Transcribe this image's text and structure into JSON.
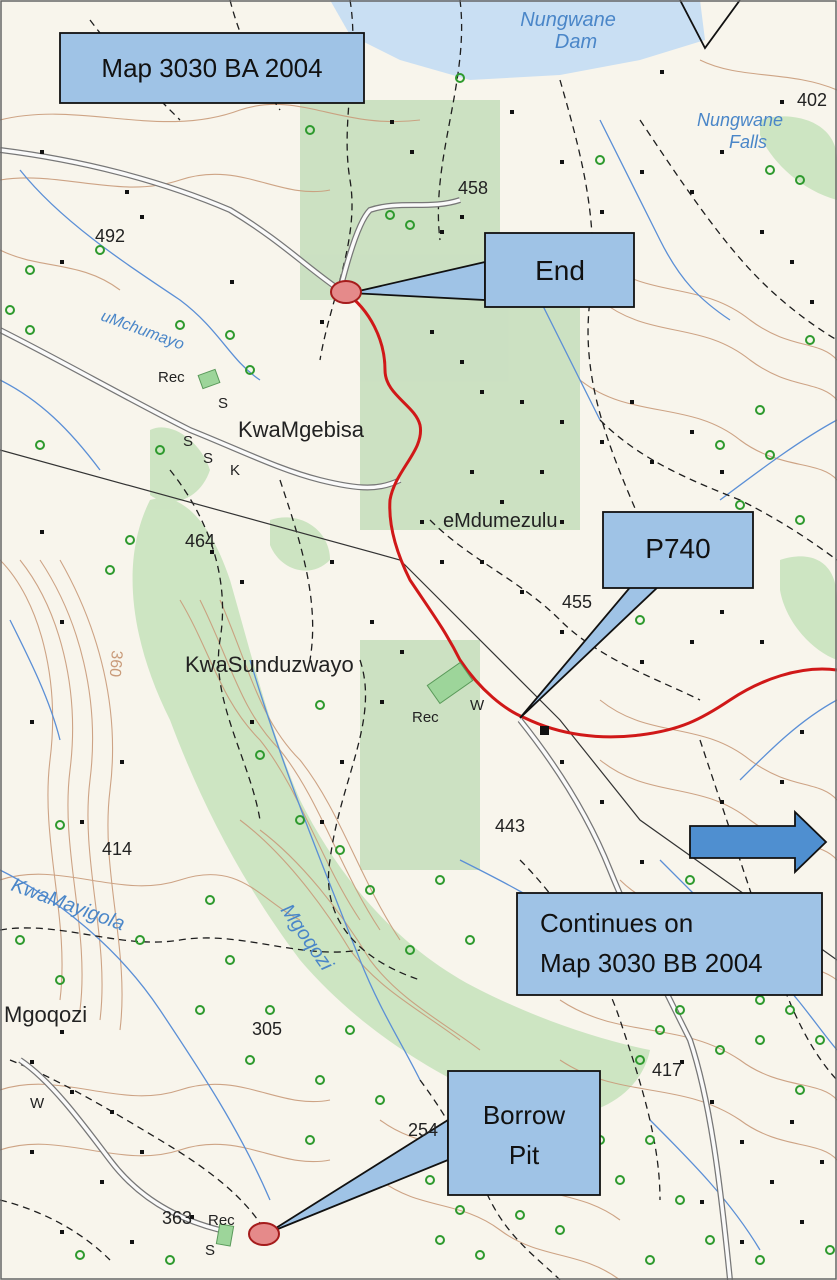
{
  "callouts": {
    "title": "Map 3030 BA 2004",
    "end": "End",
    "road": "P740",
    "continues_line1": "Continues on",
    "continues_line2": "Map 3030 BB 2004",
    "borrow_line1": "Borrow",
    "borrow_line2": "Pit"
  },
  "places": {
    "kwamgebisa": "KwaMgebisa",
    "emdumezulu": "eMdumezulu",
    "kwasunduzwayo": "KwaSunduzwayo",
    "mgoqozi_village": "Mgoqozi"
  },
  "water": {
    "dam_line1": "Nungwane",
    "dam_line2": "Dam",
    "falls_line1": "Nungwane",
    "falls_line2": "Falls",
    "umchumayo": "uMchumayo",
    "kwamayigola": "KwaMayigola",
    "mgoqozi_river": "Mgoqozi"
  },
  "spot_heights": {
    "h402": "402",
    "h458": "458",
    "h492": "492",
    "h464": "464",
    "h455": "455",
    "h443": "443",
    "h414": "414",
    "h360": "360",
    "h305": "305",
    "h254": "254",
    "h417": "417",
    "h363": "363"
  },
  "symbols": {
    "rec1": "Rec",
    "rec2": "Rec",
    "rec3": "Rec",
    "s1": "S",
    "s2": "S",
    "s3": "S",
    "s4": "S",
    "k1": "K",
    "w1": "W",
    "w2": "W"
  },
  "colors": {
    "route": "#d01818",
    "callout_fill": "#9fc3e6",
    "contour": "#c79a78",
    "river": "#5b8fd6",
    "vegetation": "#bcdcb0",
    "arrow": "#4f8fd0",
    "tree_symbol": "#2e9a2e"
  }
}
